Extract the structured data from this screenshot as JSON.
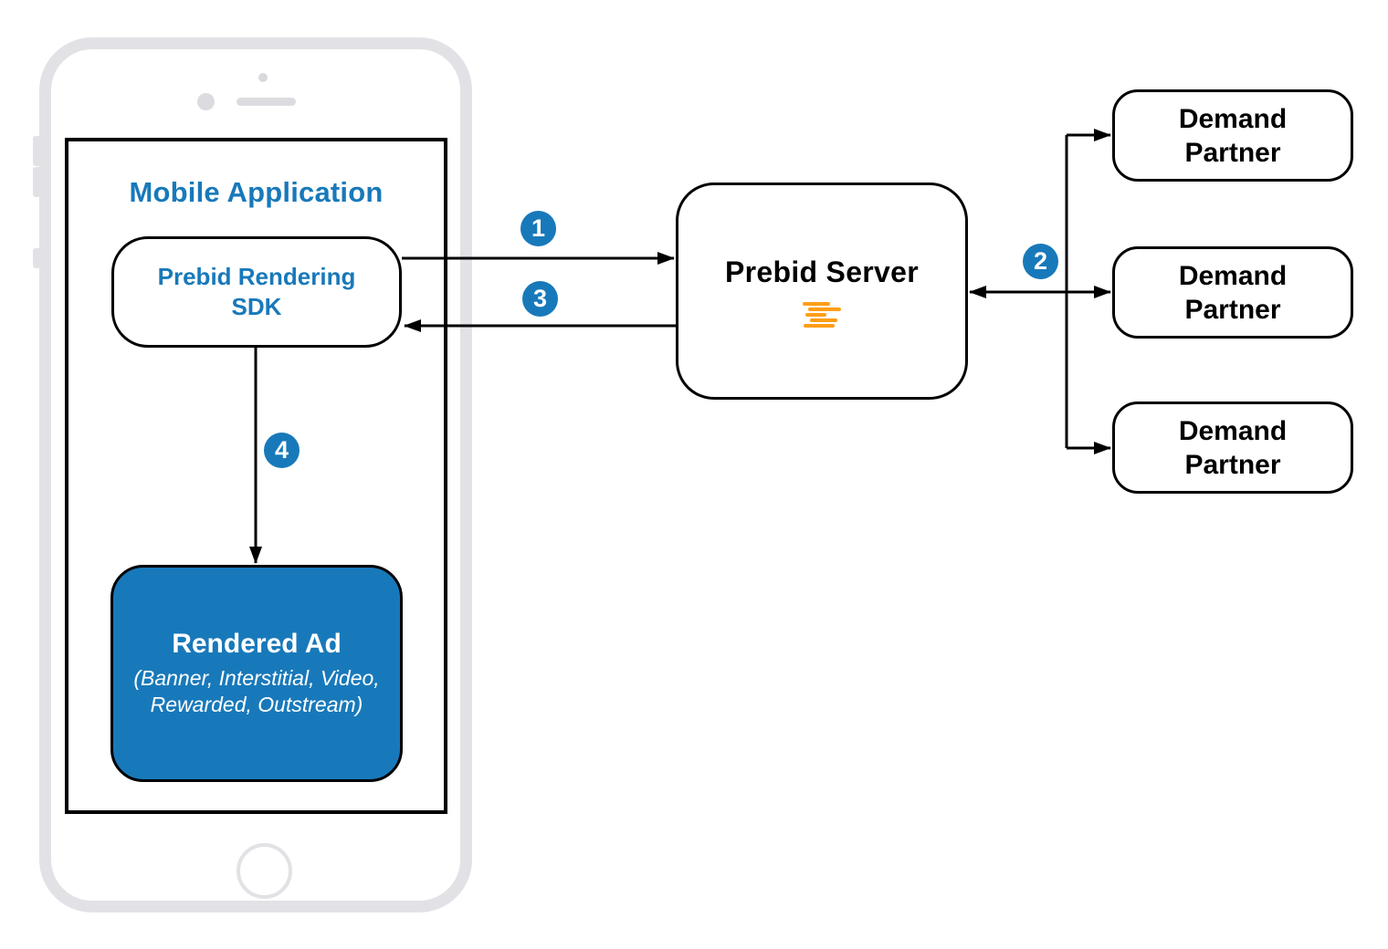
{
  "colors": {
    "accent": "#1879BA",
    "orange": "#FF9E18",
    "phone-gray": "#E2E2E6",
    "ink": "#000000"
  },
  "mobile_app": {
    "title": "Mobile Application"
  },
  "sdk_box": {
    "line1": "Prebid Rendering",
    "line2": "SDK"
  },
  "rendered_ad": {
    "title": "Rendered Ad",
    "subtitle_line1": "(Banner, Interstitial, Video,",
    "subtitle_line2": "Rewarded, Outstream)"
  },
  "prebid_server": {
    "label": "Prebid Server",
    "logo_icon": "prebid-logo-icon"
  },
  "demand_partners": [
    {
      "line1": "Demand",
      "line2": "Partner"
    },
    {
      "line1": "Demand",
      "line2": "Partner"
    },
    {
      "line1": "Demand",
      "line2": "Partner"
    }
  ],
  "steps": [
    "1",
    "2",
    "3",
    "4"
  ]
}
